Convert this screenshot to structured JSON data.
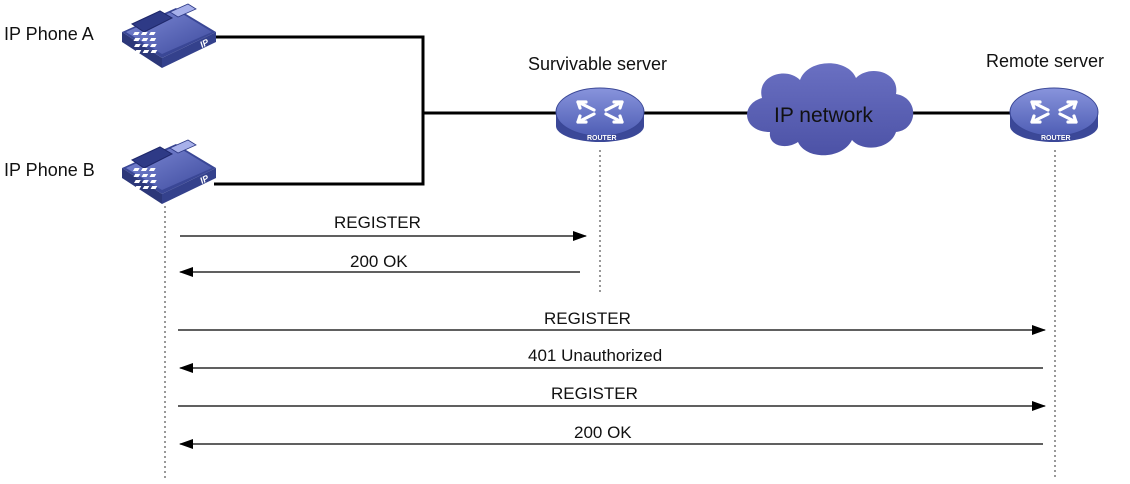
{
  "devices": {
    "phone_a": {
      "label": "IP Phone A",
      "badge": "IP"
    },
    "phone_b": {
      "label": "IP Phone B",
      "badge": "IP"
    },
    "survivable_server": {
      "label": "Survivable server",
      "badge": "ROUTER"
    },
    "remote_server": {
      "label": "Remote server",
      "badge": "ROUTER"
    },
    "network": {
      "label": "IP network"
    }
  },
  "messages": [
    {
      "label": "REGISTER",
      "from": "phone_b",
      "to": "survivable_server"
    },
    {
      "label": "200 OK",
      "from": "survivable_server",
      "to": "phone_b"
    },
    {
      "label": "REGISTER",
      "from": "phone_b",
      "to": "remote_server"
    },
    {
      "label": "401 Unauthorized",
      "from": "remote_server",
      "to": "phone_b"
    },
    {
      "label": "REGISTER",
      "from": "phone_b",
      "to": "remote_server"
    },
    {
      "label": "200 OK",
      "from": "remote_server",
      "to": "phone_b"
    }
  ],
  "colors": {
    "device_blue": "#4A5BB0",
    "device_dark": "#2E3A86",
    "device_light": "#7E8AD6",
    "cloud": "#5A5FB4",
    "line": "#000000"
  }
}
